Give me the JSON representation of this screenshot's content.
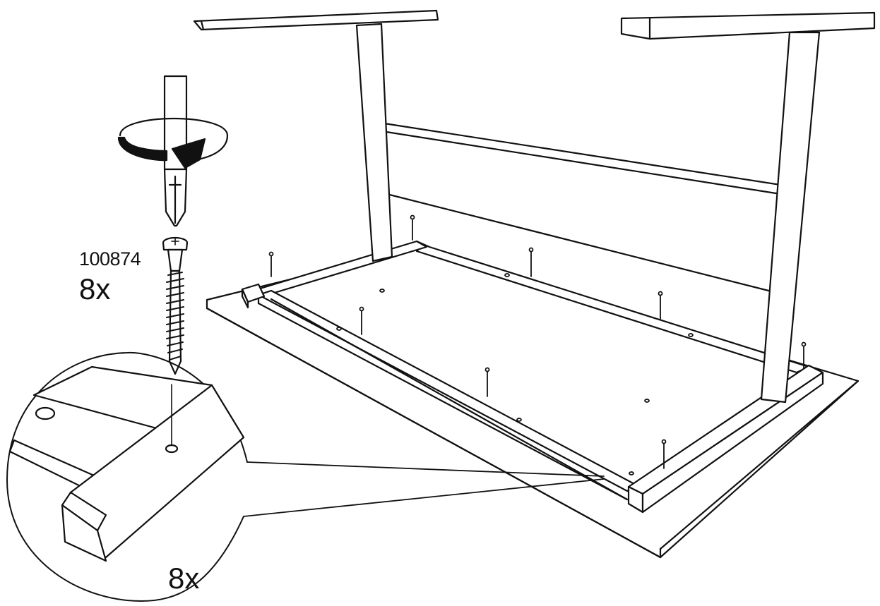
{
  "step": {
    "part_number": "100874",
    "screw_quantity": "8x",
    "detail_quantity": "8x"
  },
  "icons": {
    "tool": "phillips-screwdriver-icon",
    "rotation": "clockwise-rotation-arrow-icon",
    "fastener": "wood-screw-icon"
  },
  "colors": {
    "line": "#111111",
    "fill": "#ffffff"
  }
}
